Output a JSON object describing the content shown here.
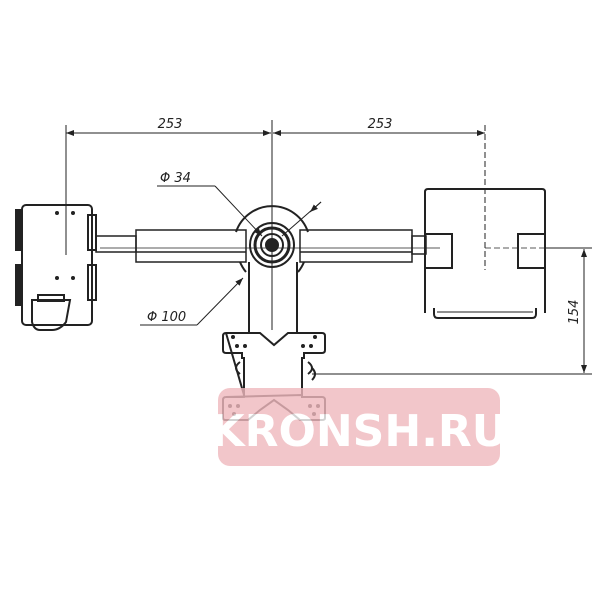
{
  "dimensions": {
    "left_width": "253",
    "right_width": "253",
    "inner_diameter": "Φ 34",
    "outer_diameter": "Φ 100",
    "height": "154"
  },
  "watermark": {
    "text": "KRONSH.RU",
    "color": "#f0b9be"
  }
}
